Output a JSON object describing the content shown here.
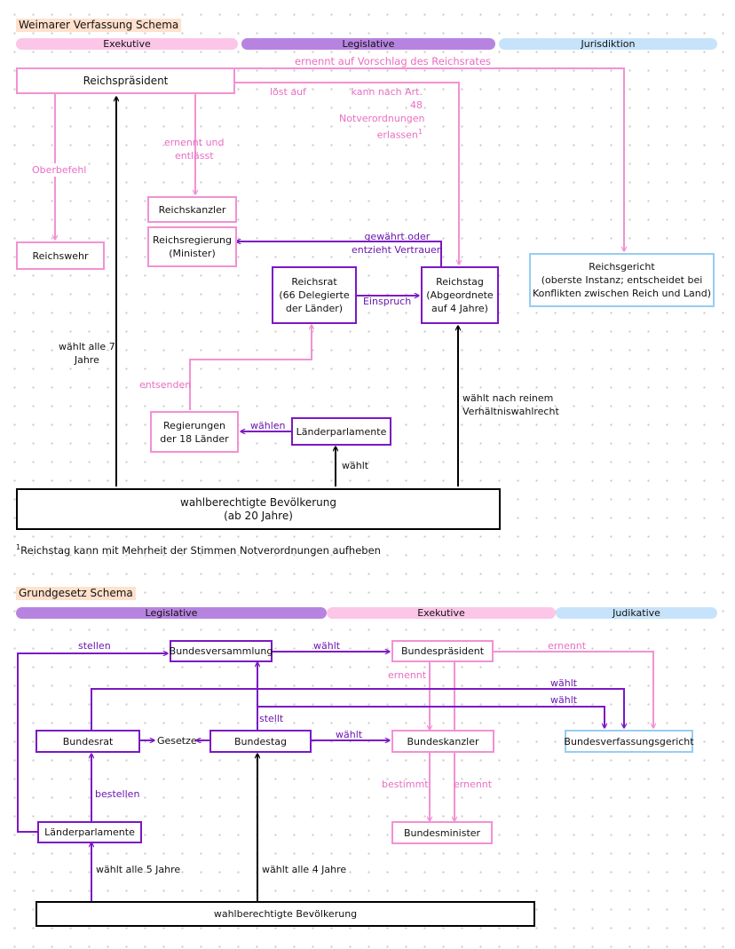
{
  "weimar": {
    "title": "Weimarer Verfassung Schema",
    "bars": {
      "exekutive": "Exekutive",
      "legislative": "Legislative",
      "jurisdiktion": "Jurisdiktion"
    },
    "boxes": {
      "reichspraesident": "Reichspräsident",
      "reichswehr": "Reichswehr",
      "reichskanzler": "Reichskanzler",
      "reichsregierung": "Reichsregierung\n(Minister)",
      "reichsrat": "Reichsrat\n(66 Delegierte\nder Länder)",
      "reichstag": "Reichstag\n(Abgeordnete\nauf 4 Jahre)",
      "reichsgericht": "Reichsgericht\n(oberste Instanz; entscheidet bei\nKonflikten zwischen Reich und Land)",
      "regierungen": "Regierungen\nder 18 Länder",
      "laenderparlamente": "Länderparlamente",
      "bevoelkerung": "wahlberechtigte Bevölkerung\n(ab 20 Jahre)"
    },
    "labels": {
      "ernennt_vorschlag": "ernennt auf Vorschlag des Reichsrates",
      "loest_auf": "löst auf",
      "notverordnungen": "kann nach Art. 48\nNotverordnungen\nerlassen",
      "footnote_mark": "1",
      "ernennt_entlaesst": "ernennt und\nentlässt",
      "oberbefehl": "Oberbefehl",
      "gewaehrt": "gewährt oder\nentzieht Vertrauen",
      "einspruch": "Einspruch",
      "waehlt_7": "wählt alle 7\nJahre",
      "entsenden": "entsenden",
      "waehlt_verhaeltnis": "wählt nach reinem\nVerhältniswahlrecht",
      "waehlen": "wählen",
      "waehlt": "wählt"
    },
    "footnote": "Reichstag kann mit Mehrheit der Stimmen Notverordnungen aufheben"
  },
  "grundgesetz": {
    "title": "Grundgesetz Schema",
    "bars": {
      "legislative": "Legislative",
      "exekutive": "Exekutive",
      "judikative": "Judikative"
    },
    "boxes": {
      "bundesversammlung": "Bundesversammlung",
      "bundespraesident": "Bundespräsident",
      "bundesrat": "Bundesrat",
      "gesetze": "Gesetze",
      "bundestag": "Bundestag",
      "bundeskanzler": "Bundeskanzler",
      "bundesverfassungsgericht": "Bundesverfassungsgericht",
      "bundesminister": "Bundesminister",
      "laenderparlamente": "Länderparlamente",
      "bevoelkerung": "wahlberechtigte Bevölkerung"
    },
    "labels": {
      "stellen": "stellen",
      "waehlt_bv": "wählt",
      "ernennt_bvg": "ernennt",
      "ernennt_bk": "ernennt",
      "waehlt_1": "wählt",
      "waehlt_2": "wählt",
      "stellt": "stellt",
      "waehlt_bk": "wählt",
      "bestellen": "bestellen",
      "bestimmt": "bestimmt",
      "ernennt_bm": "ernennt",
      "waehlt_5": "wählt alle 5 Jahre",
      "waehlt_4": "wählt alle 4 Jahre"
    }
  },
  "colors": {
    "pink": "#f291d3",
    "purple": "#7b18c4",
    "blue": "#96cdf1",
    "black": "#000000",
    "bar_pink": "#fbc6e8",
    "bar_purple": "#b783e0",
    "bar_blue": "#c7e3fb",
    "highlight": "#ffe1cc"
  }
}
